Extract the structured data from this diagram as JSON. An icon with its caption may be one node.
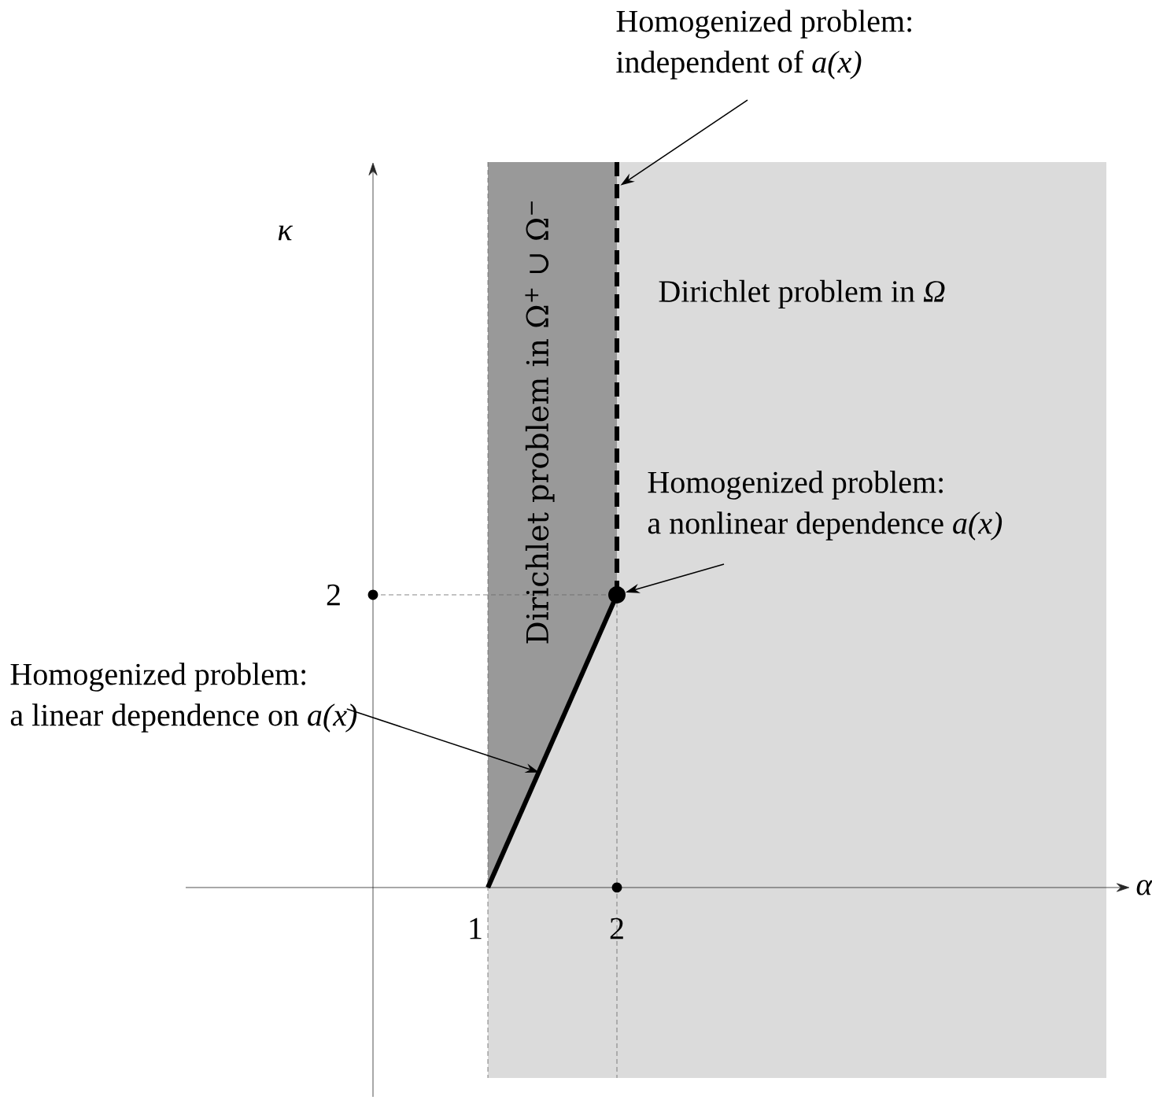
{
  "diagram": {
    "nodes": [
      {
        "text": [
          "Homogenized problem:",
          "independent of *a(x)*"
        ]
      },
      {
        "text": [],
        "shape": "line"
      },
      {
        "text": [
          "Homogenized problem:",
          "a nonlinear dependence *a(x)*"
        ]
      },
      {
        "text": [],
        "shape": "circle"
      },
      {
        "text": [
          "Homogenized problem:",
          "a linear dependence on *a(x)*"
        ]
      },
      {
        "text": [],
        "shape": "line"
      }
    ],
    "edges": [
      {
        "from": 0,
        "to": 1,
        "arrow": "to"
      },
      {
        "from": 2,
        "to": 3,
        "arrow": "to"
      },
      {
        "from": 4,
        "to": 5,
        "arrow": "to"
      }
    ],
    "labels": [
      "κ",
      "Dirichlet problem in Ω$^{+}$ ∪ Ω$^{−}$",
      "Dirichlet problem in *Ω*",
      "2",
      "1",
      "2",
      "α"
    ]
  }
}
